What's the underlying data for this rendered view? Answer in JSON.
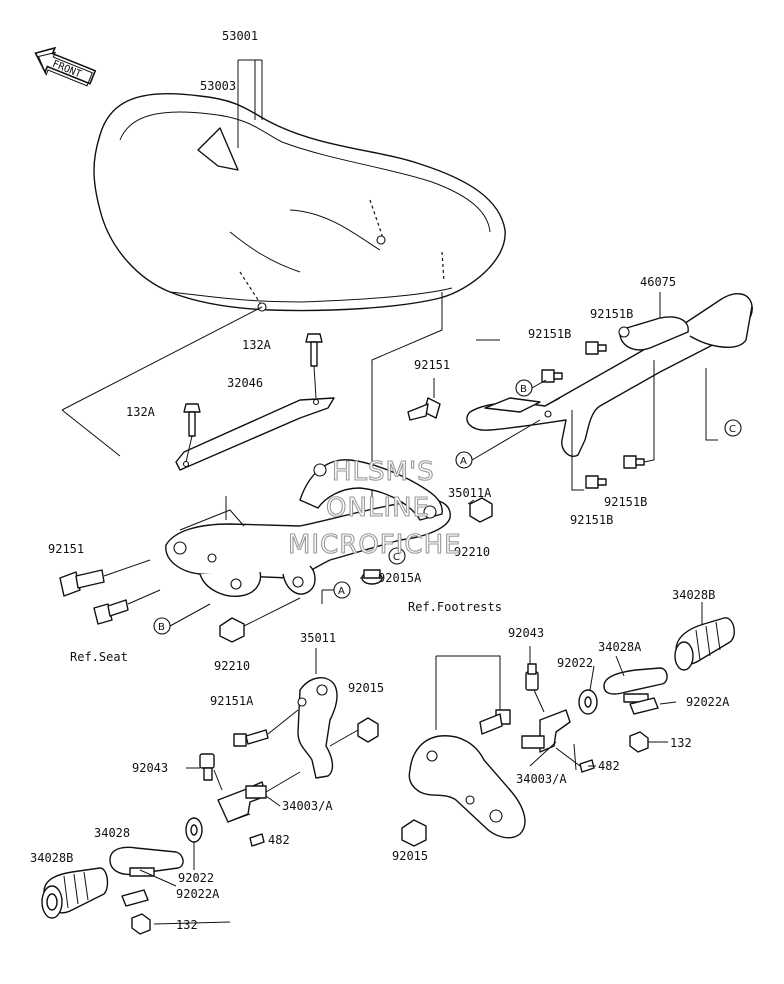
{
  "front_arrow": {
    "label": "FRONT"
  },
  "watermark": {
    "line1": "HLSM'S",
    "line2": "ONLINE",
    "line3": "MICROFICHE"
  },
  "callouts": {
    "a": "A",
    "b": "B",
    "c": "C"
  },
  "parts": {
    "p53001": "53001",
    "p53003": "53003",
    "p132A_top": "132A",
    "p132A_left": "132A",
    "p32046": "32046",
    "p92151_mid": "92151",
    "p92151_left": "92151",
    "ref_seat": "Ref.Seat",
    "p92151B_1": "92151B",
    "p92151B_2": "92151B",
    "p92151B_3": "92151B",
    "p92151B_4": "92151B",
    "p46075": "46075",
    "p35011A": "35011A",
    "p92210_right": "92210",
    "p92015A": "92015A",
    "p92210_left": "92210",
    "p35011": "35011",
    "p92151A": "92151A",
    "p92015_left": "92015",
    "p92043_left": "92043",
    "p34003A_left": "34003/A",
    "p482_left": "482",
    "p34028": "34028",
    "p92022_left": "92022",
    "p34028B_left": "34028B",
    "p92022A_left": "92022A",
    "p132_left": "132",
    "ref_footrests": "Ref.Footrests",
    "p92043_right": "92043",
    "p92022_right": "92022",
    "p34028A": "34028A",
    "p34028B_right": "34028B",
    "p92022A_right": "92022A",
    "p132_right": "132",
    "p34003A_right": "34003/A",
    "p482_right": "482",
    "p92015_right": "92015"
  }
}
